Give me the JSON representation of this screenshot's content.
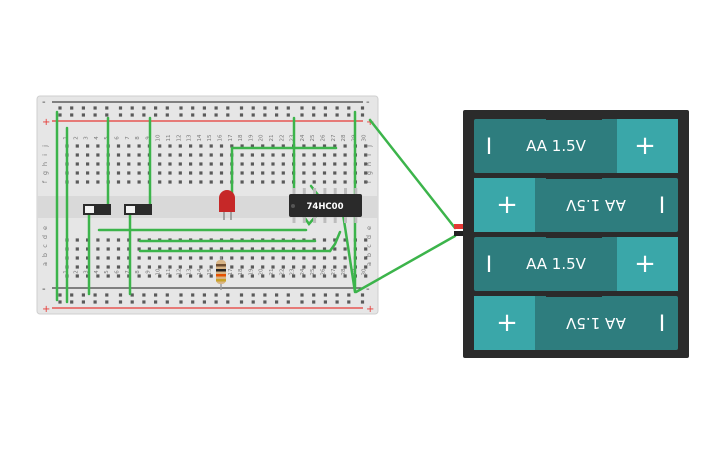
{
  "breadboard": {
    "rail_plus": "+",
    "rail_minus": "-",
    "row_letters_top": [
      "j",
      "i",
      "h",
      "g",
      "f"
    ],
    "row_letters_bottom": [
      "e",
      "d",
      "c",
      "b",
      "a"
    ],
    "column_numbers": [
      "1",
      "2",
      "3",
      "4",
      "5",
      "6",
      "7",
      "8",
      "9",
      "10",
      "11",
      "12",
      "13",
      "14",
      "15",
      "16",
      "17",
      "18",
      "19",
      "20",
      "21",
      "22",
      "23",
      "24",
      "25",
      "26",
      "27",
      "28",
      "29",
      "30"
    ]
  },
  "ic_chip": {
    "label": "74HC00"
  },
  "led": {
    "color": "#c62828"
  },
  "switches": [
    {
      "name": "switch-a"
    },
    {
      "name": "switch-b"
    }
  ],
  "resistor": {
    "name": "resistor"
  },
  "battery_pack": {
    "cells": [
      {
        "label": "AA 1.5V",
        "orientation": "normal",
        "plus": "+",
        "minus": "I"
      },
      {
        "label": "AA 1.5V",
        "orientation": "flipped",
        "plus": "+",
        "minus": "I"
      },
      {
        "label": "AA 1.5V",
        "orientation": "normal",
        "plus": "+",
        "minus": "I"
      },
      {
        "label": "AA 1.5V",
        "orientation": "flipped",
        "plus": "+",
        "minus": "I"
      }
    ]
  },
  "colors": {
    "wire": "#3cb44b",
    "cell_body": "#2e7d7e",
    "cell_cap": "#3aa7a9",
    "pack": "#2b2b2b",
    "rail_red": "#e53935",
    "rail_dark": "#444444"
  }
}
